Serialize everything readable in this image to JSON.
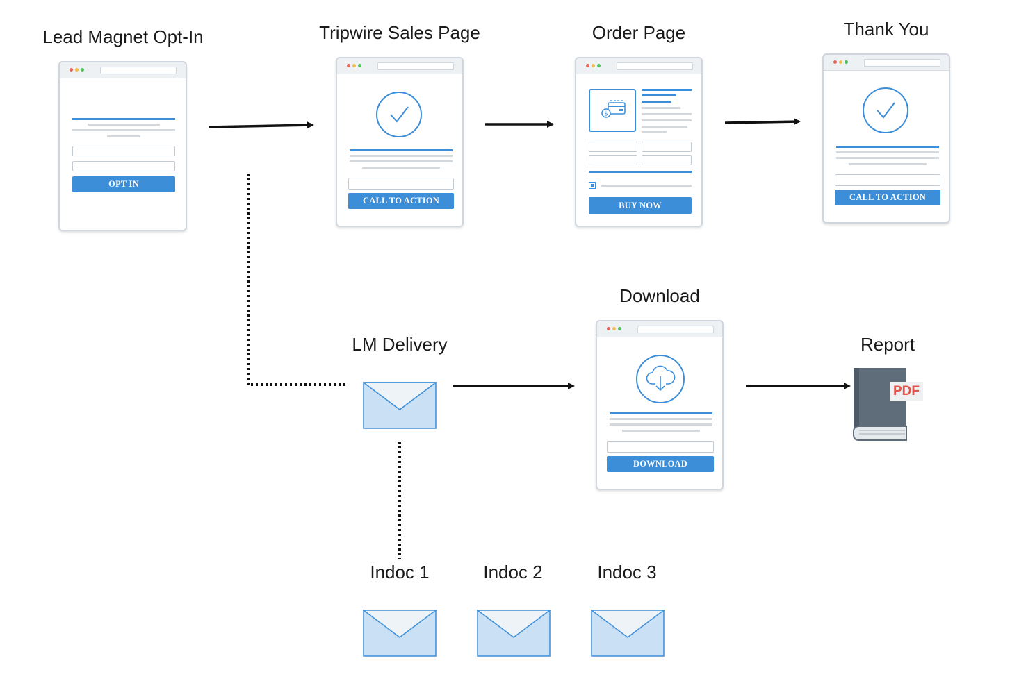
{
  "diagram": {
    "nodes": {
      "lead_magnet": {
        "title": "Lead Magnet Opt-In",
        "button": "OPT IN"
      },
      "tripwire": {
        "title": "Tripwire Sales Page",
        "button": "CALL TO ACTION"
      },
      "order": {
        "title": "Order Page",
        "button": "BUY NOW"
      },
      "thank_you": {
        "title": "Thank You",
        "button": "CALL TO ACTION"
      },
      "lm_delivery": {
        "title": "LM Delivery"
      },
      "download": {
        "title": "Download",
        "button": "DOWNLOAD"
      },
      "report": {
        "title": "Report",
        "badge": "PDF"
      },
      "indoc1": {
        "title": "Indoc 1"
      },
      "indoc2": {
        "title": "Indoc 2"
      },
      "indoc3": {
        "title": "Indoc 3"
      }
    },
    "edges": [
      {
        "from": "Lead Magnet Opt-In",
        "to": "Tripwire Sales Page",
        "style": "solid-arrow"
      },
      {
        "from": "Tripwire Sales Page",
        "to": "Order Page",
        "style": "solid-arrow"
      },
      {
        "from": "Order Page",
        "to": "Thank You",
        "style": "solid-arrow"
      },
      {
        "from": "Lead Magnet Opt-In",
        "to": "LM Delivery",
        "style": "dotted"
      },
      {
        "from": "LM Delivery",
        "to": "Download",
        "style": "solid-arrow"
      },
      {
        "from": "Download",
        "to": "Report",
        "style": "solid-arrow"
      },
      {
        "from": "LM Delivery",
        "to": "Indoc 1",
        "style": "dotted"
      }
    ],
    "colors": {
      "accent": "#3d8ed8",
      "envelope_fill": "#c9e0f5",
      "book": "#5f6d7a",
      "pdf_badge": "#e0554a"
    },
    "icons": [
      "browser-window-icon",
      "checkmark-circle-icon",
      "payment-card-icon",
      "cloud-download-icon",
      "envelope-icon",
      "pdf-book-icon"
    ]
  }
}
